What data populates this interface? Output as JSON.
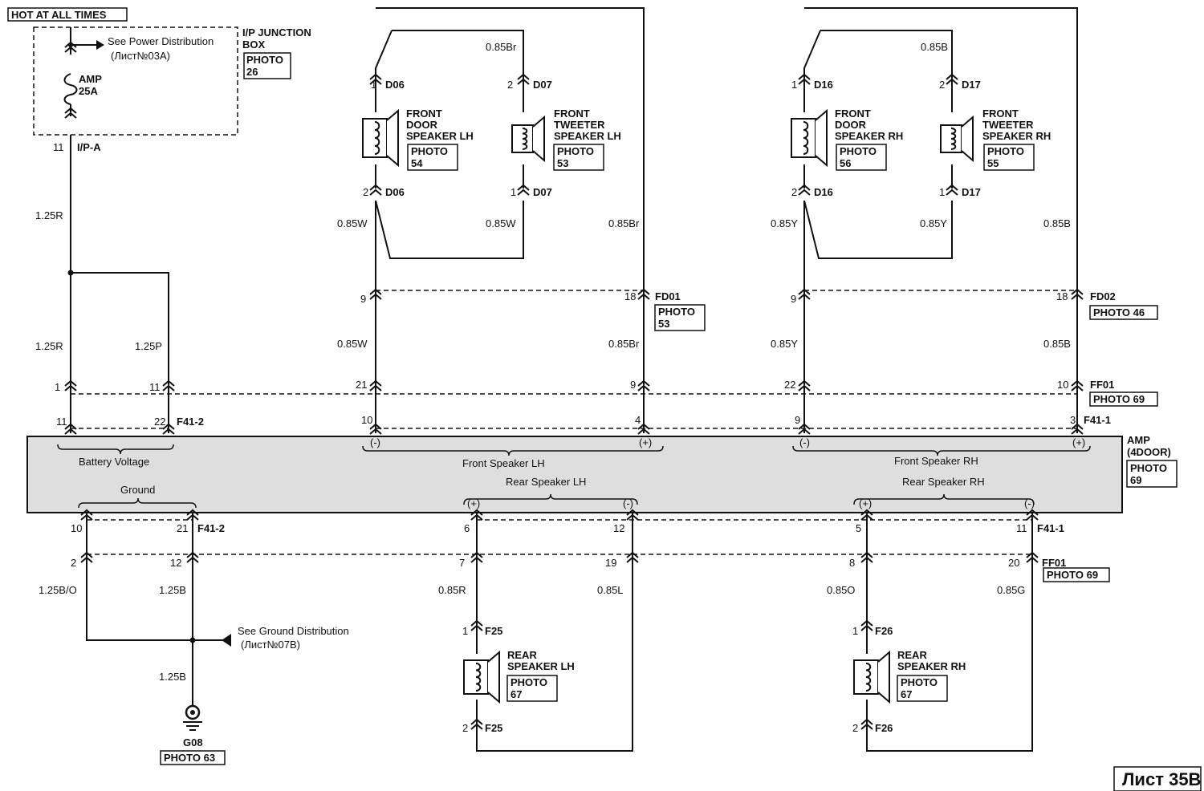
{
  "title": "HOT AT ALL TIMES",
  "sheet": "Лист 35B",
  "junction_box": {
    "name_line1": "I/P JUNCTION",
    "name_line2": "BOX",
    "photo_line1": "PHOTO",
    "photo_line2": "26",
    "fuse_name": "AMP",
    "fuse_rating": "25A",
    "power_ref_line1": "See Power Distribution",
    "power_ref_line2": "(Лист№03A)"
  },
  "amp_module": {
    "name_line1": "AMP",
    "name_line2": "(4DOOR)",
    "photo_line1": "PHOTO",
    "photo_line2": "69",
    "battery_label": "Battery Voltage",
    "ground_label": "Ground",
    "front_lh_label": "Front Speaker LH",
    "front_rh_label": "Front Speaker RH",
    "rear_lh_label": "Rear Speaker LH",
    "rear_rh_label": "Rear Speaker RH",
    "minus": "(-)",
    "plus": "(+)"
  },
  "wires": {
    "w_125r_top": "1.25R",
    "w_125r": "1.25R",
    "w_125p": "1.25P",
    "w_125bo": "1.25B/O",
    "w_125b": "1.25B",
    "w_125b_bottom": "1.25B",
    "flh_top": "0.85Br",
    "flh_w": "0.85W",
    "flh_w2": "0.85W",
    "flh_br": "0.85Br",
    "flh_w_mid": "0.85W",
    "flh_br_mid": "0.85Br",
    "frh_top": "0.85B",
    "frh_y": "0.85Y",
    "frh_y2": "0.85Y",
    "frh_b": "0.85B",
    "frh_y_mid": "0.85Y",
    "frh_b_mid": "0.85B",
    "rlh_r": "0.85R",
    "rlh_l": "0.85L",
    "rrh_o": "0.85O",
    "rrh_g": "0.85G"
  },
  "connectors": {
    "ipa": "I/P-A",
    "f41_2": "F41-2",
    "f41_2b": "F41-2",
    "f41_1": "F41-1",
    "f41_1b": "F41-1",
    "fd01": "FD01",
    "fd02": "FD02",
    "ff01": "FF01",
    "ff01b": "FF01",
    "g08": "G08",
    "ground_ref_line1": "See Ground Distribution",
    "ground_ref_line2": "(Лист№07B)"
  },
  "pins": {
    "ipa": "11",
    "left_a": "1",
    "left_b": "11",
    "amp_left_a": "11",
    "amp_left_b": "22",
    "fl_9": "9",
    "fl_18": "18",
    "fl_21": "21",
    "fl_9b": "9",
    "amp_fl_10": "10",
    "amp_fl_4": "4",
    "fr_9": "9",
    "fr_18": "18",
    "fr_22": "22",
    "fr_10": "10",
    "amp_fr_9": "9",
    "amp_fr_3": "3",
    "amp_g10": "10",
    "amp_g21": "21",
    "g_2": "2",
    "g_12": "12",
    "amp_rl6": "6",
    "amp_rl12": "12",
    "rl_7": "7",
    "rl_19": "19",
    "amp_rr5": "5",
    "amp_rr11": "11",
    "rr_8": "8",
    "rr_20": "20",
    "d06_1": "1",
    "d06_2": "2",
    "d07_2": "2",
    "d07_1": "1",
    "d16_1": "1",
    "d16_2": "2",
    "d17_2": "2",
    "d17_1": "1",
    "f25_1": "1",
    "f25_2": "2",
    "f26_1": "1",
    "f26_2": "2"
  },
  "speakers": {
    "d06": "D06",
    "d07": "D07",
    "d16": "D16",
    "d17": "D17",
    "f25": "F25",
    "f26": "F26",
    "front_door_lh": [
      "FRONT",
      "DOOR",
      "SPEAKER LH"
    ],
    "front_tweeter_lh": [
      "FRONT",
      "TWEETER",
      "SPEAKER LH"
    ],
    "front_door_rh": [
      "FRONT",
      "DOOR",
      "SPEAKER RH"
    ],
    "front_tweeter_rh": [
      "FRONT",
      "TWEETER",
      "SPEAKER RH"
    ],
    "rear_lh": [
      "REAR",
      "SPEAKER LH"
    ],
    "rear_rh": [
      "REAR",
      "SPEAKER RH"
    ]
  },
  "photos": {
    "p54": [
      "PHOTO",
      "54"
    ],
    "p53": [
      "PHOTO",
      "53"
    ],
    "p56": [
      "PHOTO",
      "56"
    ],
    "p55": [
      "PHOTO",
      "55"
    ],
    "fd01": [
      "PHOTO",
      "53"
    ],
    "fd02": "PHOTO 46",
    "ff01": "PHOTO 69",
    "ff01b": "PHOTO 69",
    "p67a": [
      "PHOTO",
      "67"
    ],
    "p67b": [
      "PHOTO",
      "67"
    ],
    "g08": "PHOTO 63"
  }
}
